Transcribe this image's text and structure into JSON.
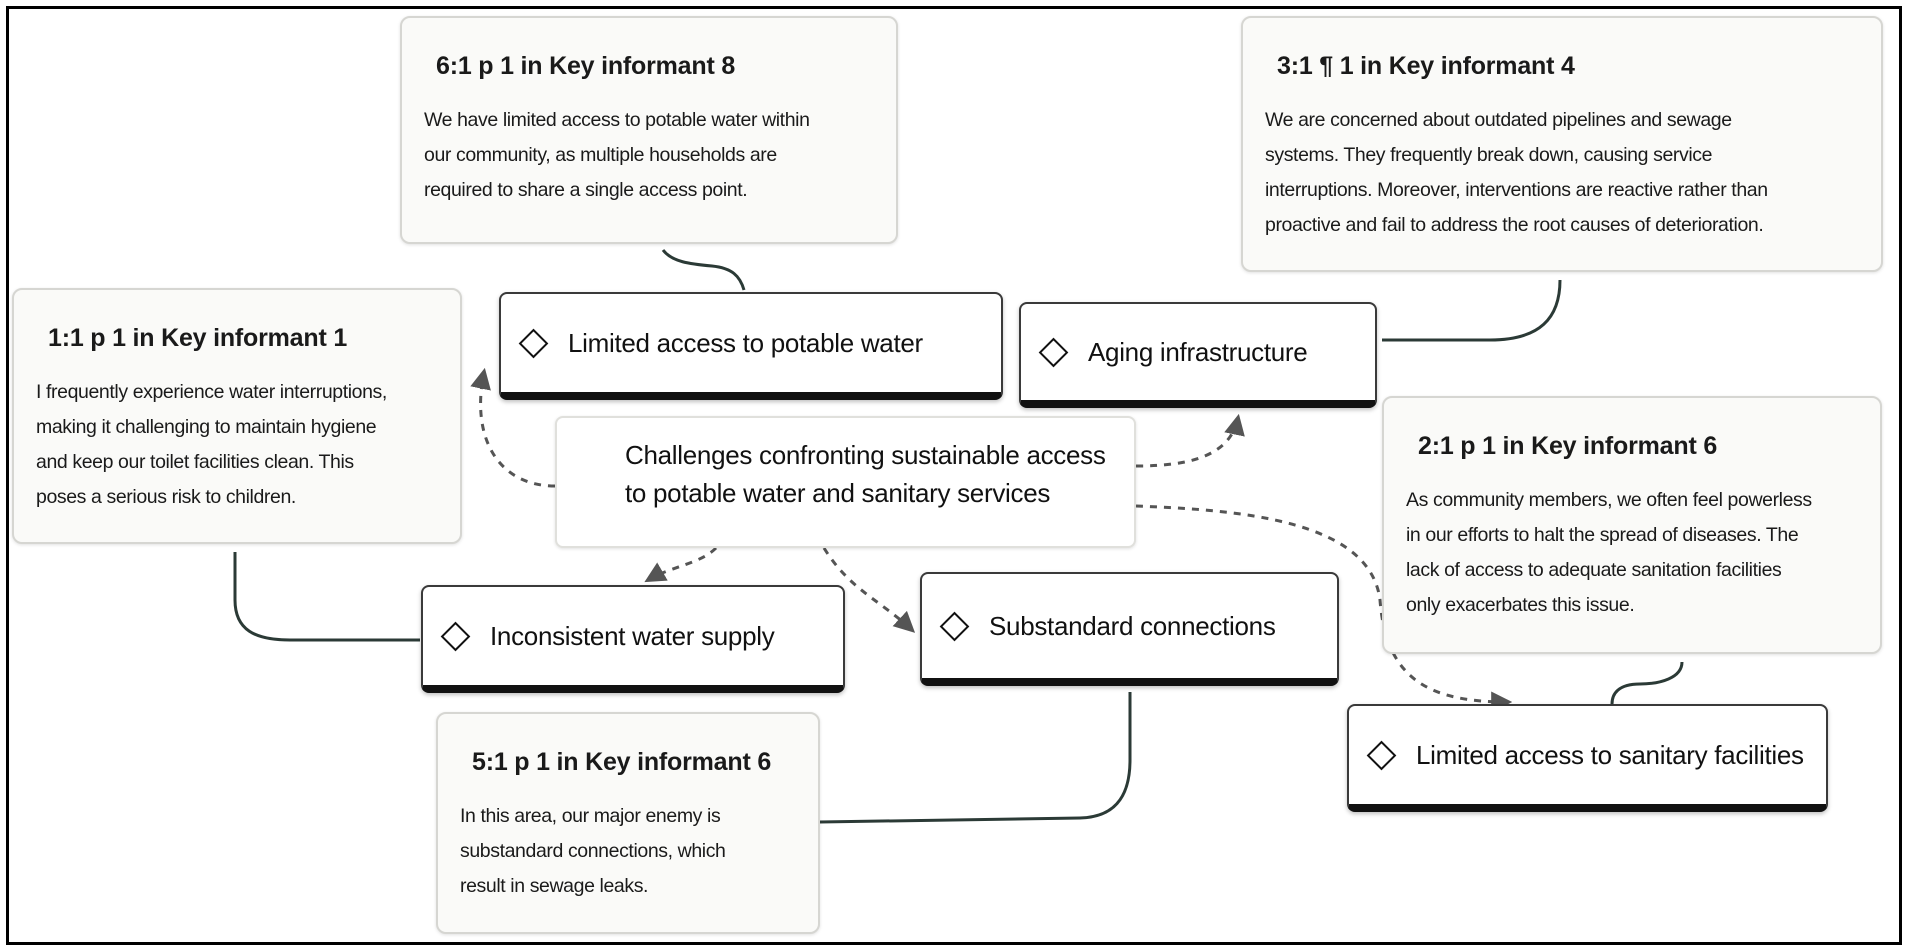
{
  "central": {
    "line1": "Challenges confronting sustainable access",
    "line2": "to potable water and sanitary services"
  },
  "codes": {
    "potable": "Limited access to potable water",
    "aging": "Aging infrastructure",
    "inconsistent": "Inconsistent water supply",
    "substandard": "Substandard connections",
    "sanitary": "Limited access to sanitary facilities"
  },
  "quotes": {
    "ki8": {
      "title": "6:1 p 1 in Key informant 8",
      "lines": [
        "We have limited access to potable water within",
        "our community, as multiple households are",
        "required to share a single access point."
      ]
    },
    "ki4": {
      "title": "3:1 ¶ 1 in Key informant 4",
      "lines": [
        "We are concerned about outdated pipelines and sewage",
        "systems. They frequently break down, causing service",
        "interruptions. Moreover, interventions are reactive rather than",
        "proactive and fail to address the root causes of deterioration."
      ]
    },
    "ki1": {
      "title": "1:1 p 1 in Key informant 1",
      "lines": [
        "I frequently experience water interruptions,",
        "making it challenging to maintain hygiene",
        "and keep our toilet facilities clean. This",
        "poses a serious risk to children."
      ]
    },
    "ki6b": {
      "title": "2:1 p 1 in Key informant 6",
      "lines": [
        "As community members, we often feel powerless",
        "in our efforts to halt the spread of diseases. The",
        "lack of access to adequate sanitation facilities",
        "only exacerbates this issue."
      ]
    },
    "ki6a": {
      "title": "5:1 p 1 in Key informant 6",
      "lines": [
        "In this area, our major enemy is",
        "substandard connections, which",
        "result in sewage leaks."
      ]
    }
  },
  "colors": {
    "quote_border": "#d6d6d2",
    "code_border": "#111111",
    "connector": "#2b3a36",
    "dashed_link": "#555555"
  }
}
